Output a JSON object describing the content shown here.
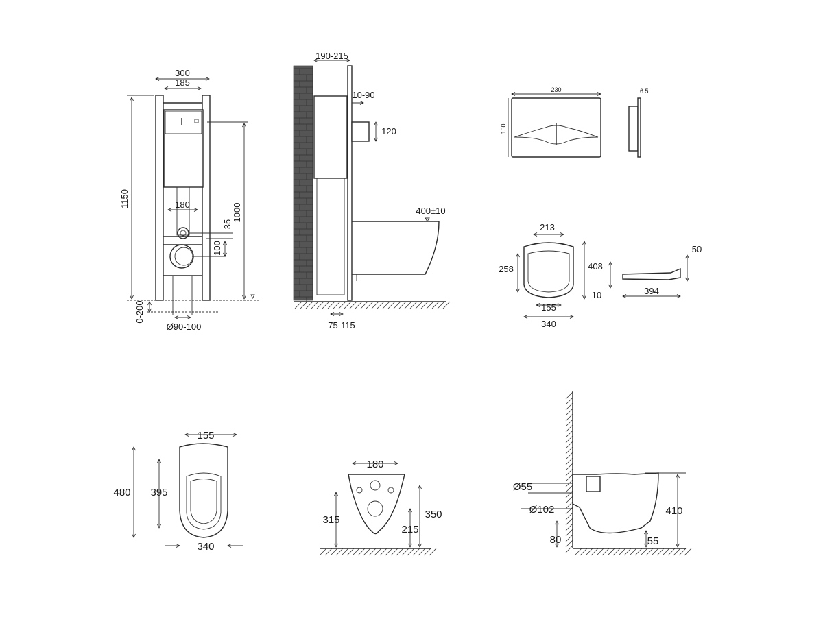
{
  "frame_front": {
    "width_outer": "300",
    "width_inner": "185",
    "height_total": "1150",
    "height_button": "1000",
    "outlet_spacing": "180",
    "offset_small": "35",
    "offset_drain": "100",
    "leg_adjust": "0-200",
    "drain_diameter": "Ø90-100"
  },
  "frame_side": {
    "depth": "190-215",
    "plate_offset": "10-90",
    "inlet": "120",
    "bowl_height": "400±10",
    "floor_offset": "75-115"
  },
  "flush_plate": {
    "width": "230",
    "height": "150",
    "thickness": "6.5"
  },
  "seat": {
    "width_top": "213",
    "length": "408",
    "inner_length": "258",
    "hinge_width": "155",
    "width": "340",
    "thickness_front": "10",
    "side_length": "394",
    "height_hinge": "50"
  },
  "bowl_top": {
    "hinge_spacing": "155",
    "length": "480",
    "inner_length": "395",
    "width": "340"
  },
  "bowl_front": {
    "bolt_spacing": "180",
    "height_left": "315",
    "height_total": "350",
    "drain_height": "215"
  },
  "bowl_side": {
    "inlet_diameter": "Ø55",
    "outlet_diameter": "Ø102",
    "height": "410",
    "outlet_height": "80",
    "base_offset": "55"
  }
}
